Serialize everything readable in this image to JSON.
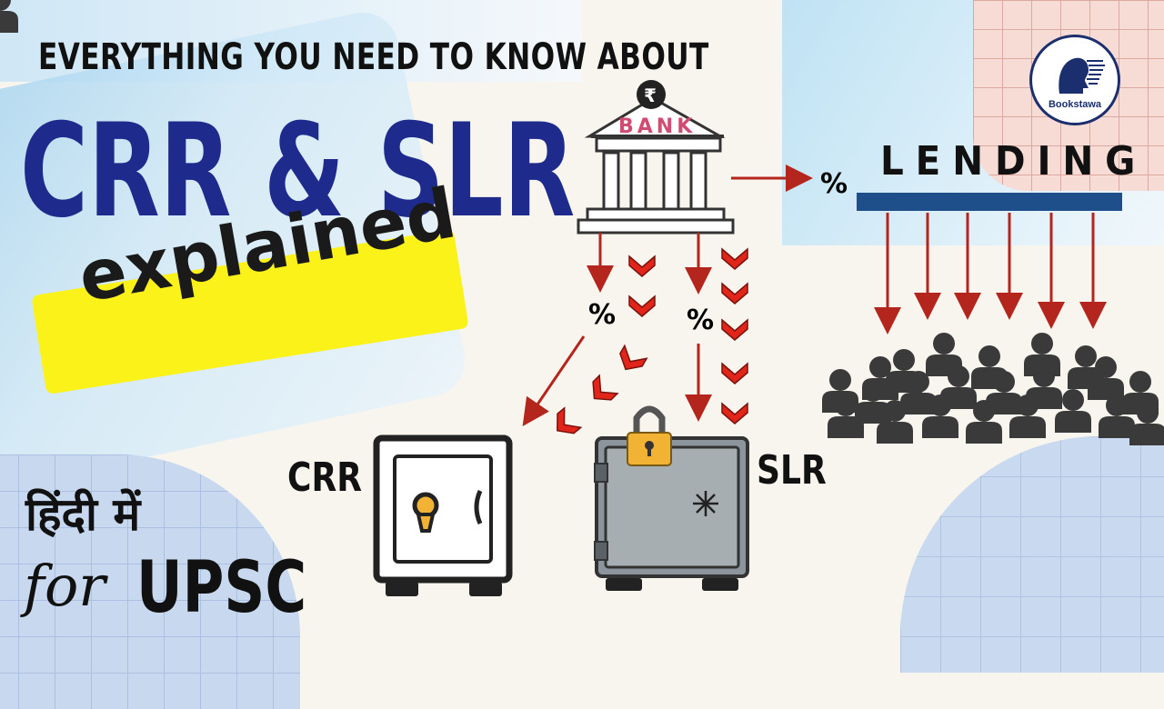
{
  "header": {
    "subtitle": "EVERYTHING YOU NEED TO KNOW ABOUT",
    "title": "CRR & SLR",
    "tagline": "explained"
  },
  "footer": {
    "hindi_text": "हिंदी में",
    "for_text": "for",
    "exam_text": "UPSC"
  },
  "diagram": {
    "bank_label": "BANK",
    "rupee_symbol": "₹",
    "lending_label": "LENDING",
    "percent_symbol": "%",
    "crr_label": "CRR",
    "slr_label": "SLR"
  },
  "logo": {
    "brand": "Bookstawa"
  },
  "colors": {
    "title_blue": "#1e2a8c",
    "highlight_yellow": "#fbf21a",
    "arrow_red": "#b3251d",
    "chevron_red": "#e1251b",
    "lending_bar": "#1f4f8a"
  },
  "icons": [
    "bank-icon",
    "rupee-coin-icon",
    "safe-icon",
    "vault-icon",
    "padlock-icon",
    "crowd-icon",
    "logo-icon"
  ]
}
